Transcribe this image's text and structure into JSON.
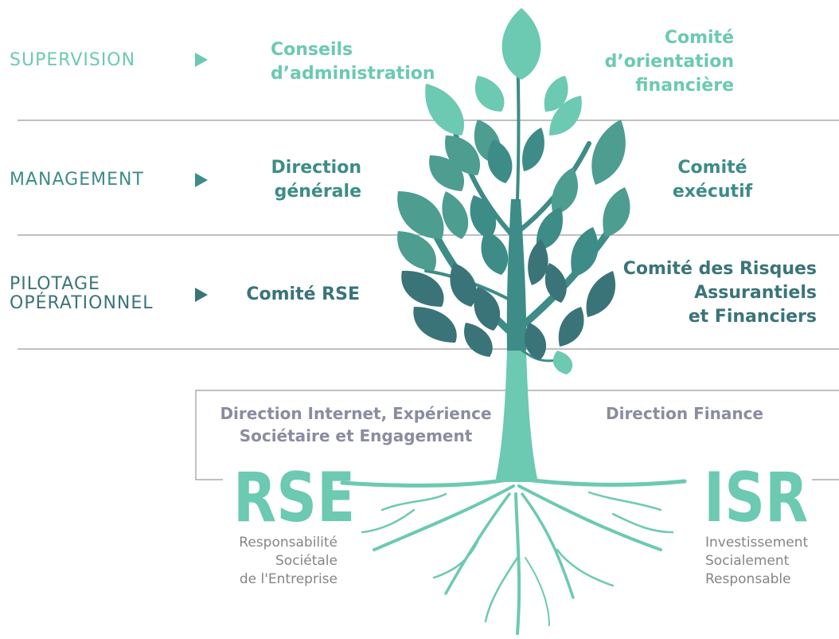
{
  "levels": [
    {
      "label": "SUPERVISION",
      "color": "#6cc9b2"
    },
    {
      "label": "MANAGEMENT",
      "color": "#3d8c87"
    },
    {
      "label": "PILOTAGE\nOPÉRATIONNEL",
      "color": "#3a7479"
    }
  ],
  "supervision": {
    "left": "Conseils\nd’administration",
    "right": "Comité\nd’orientation\nfinancière"
  },
  "management": {
    "left": "Direction\ngénérale",
    "right": "Comité\nexécutif"
  },
  "pilotage": {
    "left": "Comité RSE",
    "right": "Comité des Risques\nAssurantiels\net Financiers"
  },
  "departments": {
    "left": "Direction Internet, Expérience\nSociétaire et Engagement",
    "right": "Direction Finance"
  },
  "rse": {
    "acronym": "RSE",
    "expansion": "Responsabilité\nSociétale\nde l'Entreprise"
  },
  "isr": {
    "acronym": "ISR",
    "expansion": "Investissement\nSocialement\nResponsable"
  },
  "colors": {
    "mint": "#6cc9b2",
    "teal": "#3d8c87",
    "dark_teal": "#3a7479",
    "leaf_mid": "#4d9d91",
    "grey_text": "#8a8ca0",
    "rule": "#9a9a9a"
  },
  "icons": [
    "tree-illustration",
    "play-arrow-icon"
  ]
}
